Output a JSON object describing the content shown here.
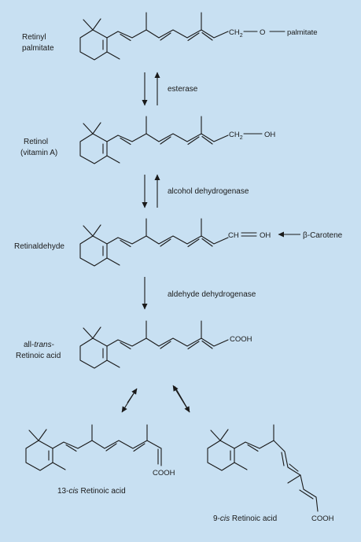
{
  "compounds": {
    "retinyl_palmitate": {
      "label_line1": "Retinyl",
      "label_line2": "palmitate",
      "group_ch2": "CH",
      "group_sub": "2",
      "group_o": "O",
      "group_tail": "palmitate"
    },
    "retinol": {
      "label_line1": "Retinol",
      "label_line2": "(vitamin A)",
      "group_ch2": "CH",
      "group_sub": "2",
      "group_oh": "OH"
    },
    "retinaldehyde": {
      "label": "Retinaldehyde",
      "group_ch": "CH",
      "group_oh": "OH",
      "source": "β-Carotene"
    },
    "all_trans_ra": {
      "label_prefix": "all-",
      "label_italic": "trans",
      "label_suffix": "-",
      "label_line2": "Retinoic acid",
      "group": "COOH"
    },
    "cis13_ra": {
      "label_prefix": "13-",
      "label_italic": "cis",
      "label_suffix": " Retinoic acid",
      "group": "COOH"
    },
    "cis9_ra": {
      "label_prefix": "9-",
      "label_italic": "cis",
      "label_suffix": " Retinoic acid",
      "group": "COOH"
    }
  },
  "enzymes": {
    "step1": "esterase",
    "step2": "alcohol dehydrogenase",
    "step3": "aldehyde dehydrogenase"
  }
}
